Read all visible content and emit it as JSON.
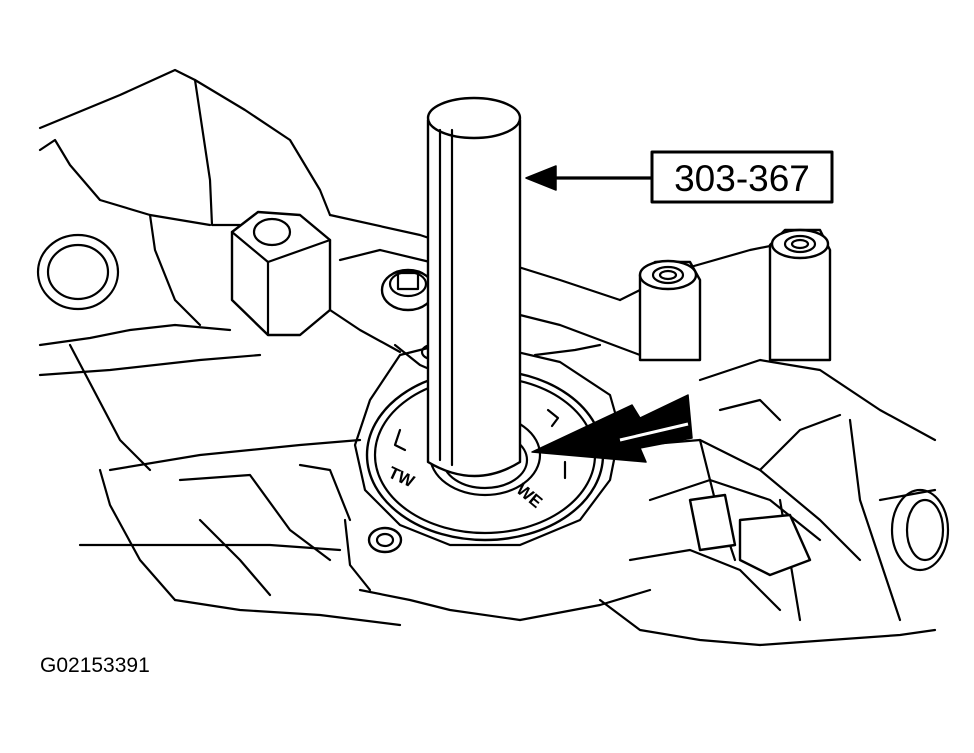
{
  "callout": {
    "tool_number": "303-367"
  },
  "seal_markings": {
    "mark_1": "TW",
    "mark_2": "WE"
  },
  "figure_id": "G02153391",
  "colors": {
    "ink": "#000000",
    "paper": "#ffffff"
  }
}
